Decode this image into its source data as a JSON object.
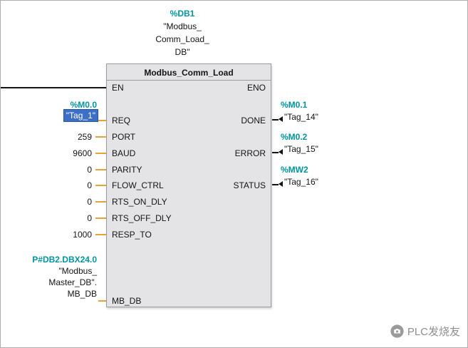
{
  "colors": {
    "address_text": "#0095A0",
    "wire_orange": "#E8A23A",
    "selection_blue": "#3D6FC6",
    "block_fill": "#E4E4E7"
  },
  "instance_db": {
    "address": "%DB1",
    "name_line1": "\"Modbus_",
    "name_line2": "Comm_Load_",
    "name_line3": "DB\""
  },
  "block": {
    "title": "Modbus_Comm_Load",
    "en_label": "EN",
    "eno_label": "ENO",
    "inputs": [
      {
        "pin": "REQ",
        "address": "%M0.0",
        "tag": "\"Tag_1\""
      },
      {
        "pin": "PORT",
        "value": "259"
      },
      {
        "pin": "BAUD",
        "value": "9600"
      },
      {
        "pin": "PARITY",
        "value": "0"
      },
      {
        "pin": "FLOW_CTRL",
        "value": "0"
      },
      {
        "pin": "RTS_ON_DLY",
        "value": "0"
      },
      {
        "pin": "RTS_OFF_DLY",
        "value": "0"
      },
      {
        "pin": "RESP_TO",
        "value": "1000"
      },
      {
        "pin": "MB_DB",
        "address": "P#DB2.DBX24.0",
        "name_line1": "\"Modbus_",
        "name_line2": "Master_DB\".",
        "name_line3": "MB_DB"
      }
    ],
    "outputs": [
      {
        "pin": "DONE",
        "address": "%M0.1",
        "tag": "\"Tag_14\""
      },
      {
        "pin": "ERROR",
        "address": "%M0.2",
        "tag": "\"Tag_15\""
      },
      {
        "pin": "STATUS",
        "address": "%MW2",
        "tag": "\"Tag_16\""
      }
    ]
  },
  "watermark": {
    "label": "PLC发烧友"
  }
}
